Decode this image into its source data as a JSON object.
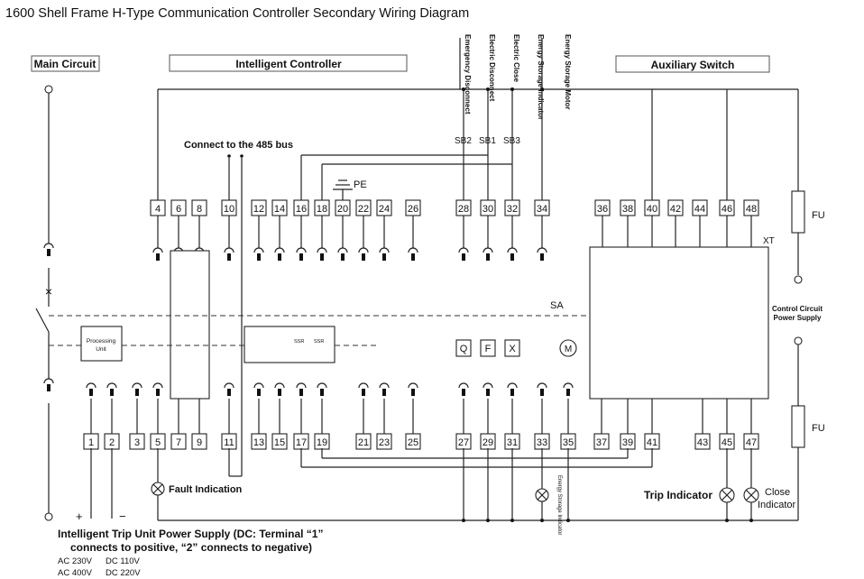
{
  "title": "1600 Shell Frame H-Type Communication Controller Secondary Wiring Diagram",
  "headers": {
    "main_circuit": "Main Circuit",
    "intelligent_controller": "Intelligent Controller",
    "auxiliary_switch": "Auxiliary Switch"
  },
  "top_labels": [
    "Emergency Disconnect",
    "Electric Disconnect",
    "Electric Close",
    "Energy Storage Indicator",
    "Energy Storage Motor"
  ],
  "top_terminals": [
    "4",
    "6",
    "8",
    "10",
    "12",
    "14",
    "16",
    "18",
    "20",
    "22",
    "24",
    "26",
    "28",
    "30",
    "32",
    "34",
    "36",
    "38",
    "40",
    "42",
    "44",
    "46",
    "48"
  ],
  "bottom_terminals": [
    "1",
    "2",
    "3",
    "5",
    "7",
    "9",
    "11",
    "13",
    "15",
    "17",
    "19",
    "21",
    "23",
    "25",
    "27",
    "29",
    "31",
    "33",
    "35",
    "37",
    "39",
    "41",
    "43",
    "45",
    "47"
  ],
  "labels": {
    "bus": "Connect to the 485 bus",
    "pe": "PE",
    "processing_unit_1": "Processing",
    "processing_unit_2": "Unit",
    "ssr1": "SSR",
    "ssr2": "SSR",
    "sb2": "SB2",
    "sb1": "SB1",
    "sb3": "SB3",
    "sa": "SA",
    "xt": "XT",
    "fu_top": "FU",
    "fu_bottom": "FU",
    "ctrl_supply_1": "Control Circuit",
    "ctrl_supply_2": "Power Supply",
    "fault": "Fault Indication",
    "energy_storage_indicator": "Energy Storage Indicator",
    "trip": "Trip Indicator",
    "close_1": "Close",
    "close_2": "Indicator",
    "coil_q": "Q",
    "coil_f": "F",
    "coil_x": "X",
    "motor": "M",
    "plus": "+",
    "minus": "−"
  },
  "footer": {
    "line1": "Intelligent Trip Unit Power Supply (DC: Terminal “1”",
    "line2": "connects to positive, “2” connects to negative)",
    "ac1": "AC 230V",
    "dc1": "DC 110V",
    "ac2": "AC 400V",
    "dc2": "DC 220V"
  }
}
